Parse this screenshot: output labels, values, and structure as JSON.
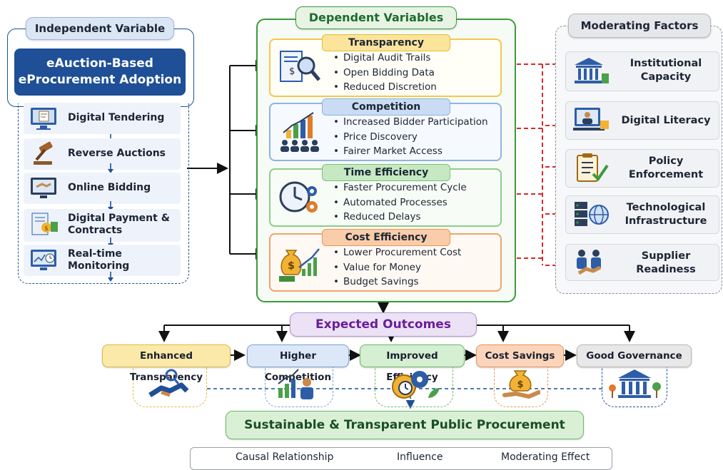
{
  "independent": {
    "header": "Independent Variable",
    "title_line1": "eAuction-Based",
    "title_line2": "eProcurement Adoption",
    "items": [
      {
        "label": "Digital Tendering",
        "icon": "computer-document-icon"
      },
      {
        "label": "Reverse Auctions",
        "icon": "gavel-icon"
      },
      {
        "label": "Online Bidding",
        "icon": "monitor-handshake-icon"
      },
      {
        "label_line1": "Digital Payment &",
        "label_line2": "Contracts",
        "icon": "payment-document-icon"
      },
      {
        "label": "Real-time Monitoring",
        "icon": "monitor-clock-icon"
      }
    ]
  },
  "dependent": {
    "header": "Dependent Variables",
    "boxes": [
      {
        "title": "Transparency",
        "bullets": [
          "Digital Audit Trails",
          "Open Bidding Data",
          "Reduced Discretion"
        ],
        "icon": "document-magnifier-icon",
        "color": "#f3c94a",
        "fill": "#fff6d6"
      },
      {
        "title": "Competition",
        "bullets": [
          "Increased Bidder Participation",
          "Price Discovery",
          "Fairer Market Access"
        ],
        "icon": "bar-chart-people-icon",
        "color": "#8fb3e0",
        "fill": "#dde9f8"
      },
      {
        "title": "Time Efficiency",
        "bullets": [
          "Faster Procurement Cycle",
          "Automated Processes",
          "Reduced Delays"
        ],
        "icon": "clock-gears-icon",
        "color": "#8fcc8a",
        "fill": "#d9f0d6"
      },
      {
        "title": "Cost Efficiency",
        "bullets": [
          "Lower Procurement Cost",
          "Value for Money",
          "Budget Savings"
        ],
        "icon": "money-bag-chart-icon",
        "color": "#f2a36a",
        "fill": "#fde3cf"
      }
    ]
  },
  "moderating": {
    "header": "Moderating Factors",
    "items": [
      {
        "label_line1": "Institutional",
        "label_line2": "Capacity",
        "icon": "institution-building-icon"
      },
      {
        "label_line1": "Digital Literacy",
        "label_line2": "",
        "icon": "person-computer-icon"
      },
      {
        "label_line1": "Policy Enforcement",
        "label_line2": "",
        "icon": "checklist-clipboard-icon"
      },
      {
        "label_line1": "Technological",
        "label_line2": "Infrastructure",
        "icon": "server-globe-icon"
      },
      {
        "label_line1": "Supplier Readiness",
        "label_line2": "",
        "icon": "business-handshake-icon"
      }
    ]
  },
  "outcomes": {
    "header": "Expected Outcomes",
    "items": [
      {
        "label": "Enhanced Transparency",
        "icon": "handshake-magnifier-icon",
        "color": "#f1c84b",
        "fill": "#fbe9a9"
      },
      {
        "label": "Higher Competition",
        "icon": "chart-person-icon",
        "color": "#8fb3e0",
        "fill": "#dce8f8"
      },
      {
        "label": "Improved Efficiency",
        "icon": "gears-clock-icon",
        "color": "#7fc27a",
        "fill": "#d4efd1"
      },
      {
        "label": "Cost Savings",
        "icon": "hand-money-bag-icon",
        "color": "#f0a06a",
        "fill": "#fbd5bb"
      },
      {
        "label": "Good Governance",
        "icon": "government-building-icon",
        "color": "#b8b8b8",
        "fill": "#e8e8e8"
      }
    ],
    "final": "Sustainable & Transparent Public Procurement"
  },
  "legend": {
    "causal": "Causal Relationship",
    "influence": "Influence",
    "moderating": "Moderating Effect"
  },
  "colors": {
    "navy": "#1e4f97",
    "green_border": "#3d9a3b",
    "influence_red": "#d62a2a",
    "purple": "#6a1e9a",
    "moderating_blue": "#1e4f97"
  }
}
